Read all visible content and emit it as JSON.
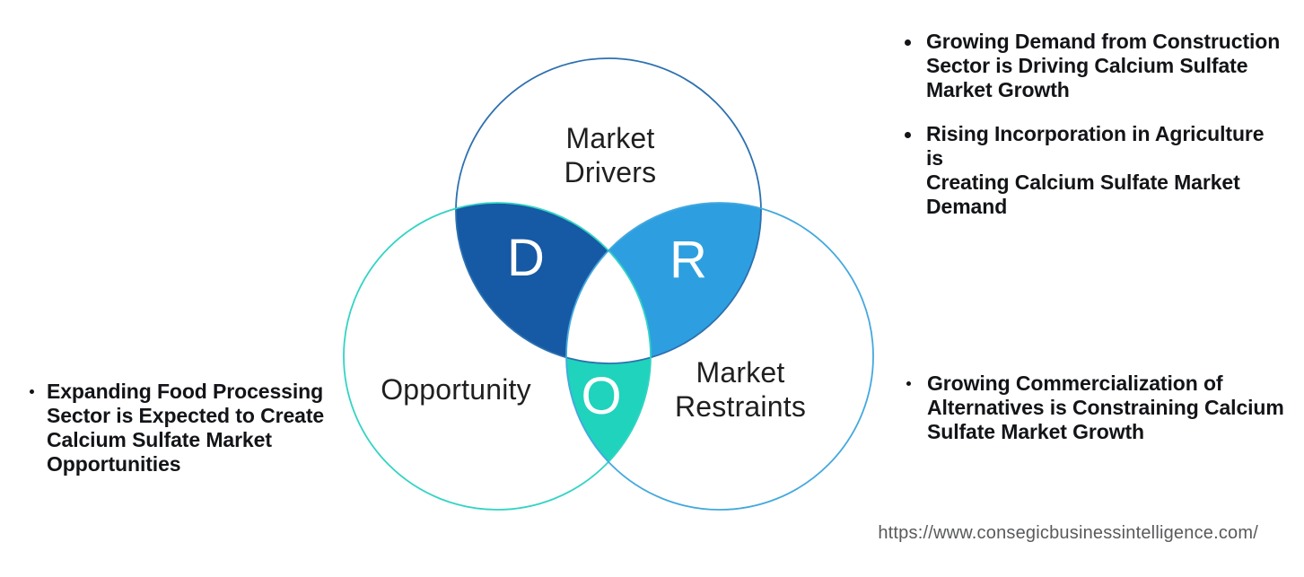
{
  "venn": {
    "circles": [
      {
        "name": "drivers",
        "label": "Market\nDrivers",
        "stroke": "#2c70b0"
      },
      {
        "name": "opportunity",
        "label": "Opportunity",
        "stroke": "#32d4c3"
      },
      {
        "name": "restraints",
        "label": "Market\nRestraints",
        "stroke": "#44a8de"
      }
    ],
    "regions": [
      {
        "letter": "D",
        "color": "#1659a4"
      },
      {
        "letter": "R",
        "color": "#2d9fe0"
      },
      {
        "letter": "O",
        "color": "#1fd3bc"
      }
    ]
  },
  "annotations": {
    "drivers": [
      "Growing Demand from Construction\nSector is Driving Calcium Sulfate\nMarket Growth",
      "Rising Incorporation in Agriculture is\nCreating Calcium Sulfate Market\nDemand"
    ],
    "opportunity": [
      "Expanding Food Processing\nSector is Expected to Create\nCalcium Sulfate Market\nOpportunities"
    ],
    "restraints": [
      "Growing Commercialization of\nAlternatives is Constraining Calcium\nSulfate Market Growth"
    ]
  },
  "footer": {
    "url": "https://www.consegicbusinessintelligence.com/"
  }
}
